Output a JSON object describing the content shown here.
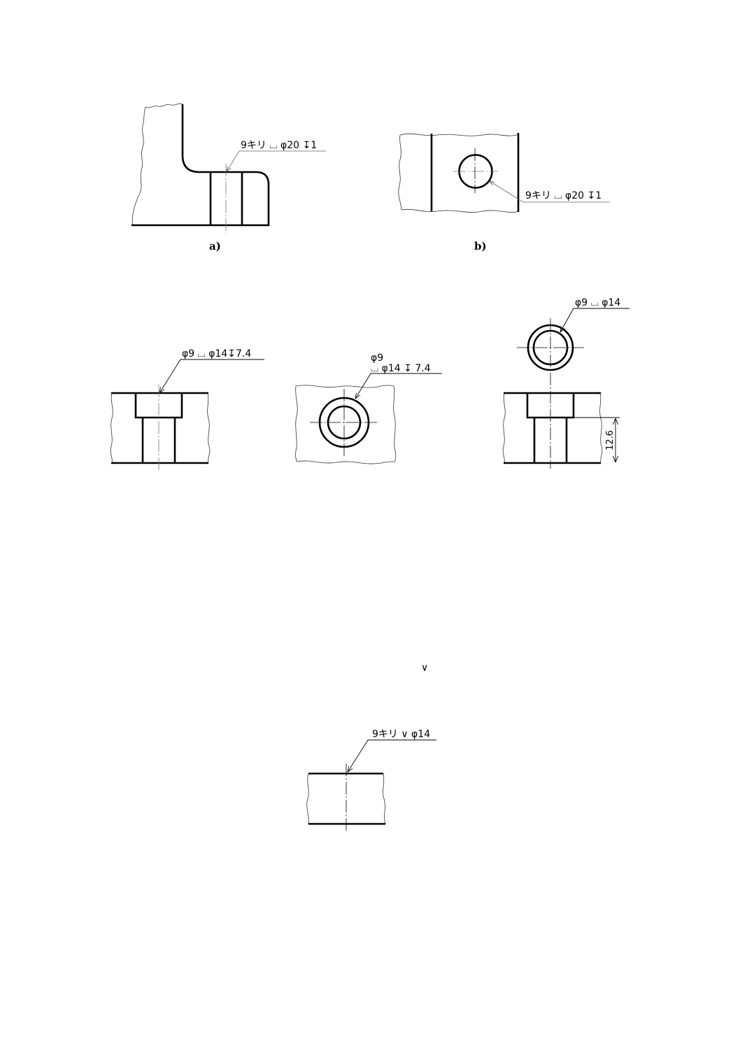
{
  "figures": {
    "a": {
      "caption": "a)",
      "callout": "9キリ ⌴ φ20 ↧1",
      "callout_parts": {
        "drill": "9キリ",
        "counterbore": "⌴",
        "diameter": "φ20",
        "depth": "↧",
        "depth_value": "1"
      }
    },
    "b": {
      "caption": "b)",
      "callout": "9キリ ⌴ φ20 ↧1",
      "callout_parts": {
        "drill": "9キリ",
        "counterbore": "⌴",
        "diameter": "φ20",
        "depth": "↧",
        "depth_value": "1"
      }
    },
    "c_section": {
      "callout": "φ9 ⌴ φ14↧7.4",
      "callout_parts": {
        "hole": "φ9",
        "counterbore": "⌴",
        "diameter": "φ14",
        "depth": "↧",
        "depth_value": "7.4"
      }
    },
    "c_plan": {
      "callout_line1": "φ9",
      "callout_line2": "⌴ φ14 ↧ 7.4",
      "callout_parts": {
        "hole": "φ9",
        "counterbore": "⌴",
        "diameter": "φ14",
        "depth": "↧",
        "depth_value": "7.4"
      }
    },
    "c_combined": {
      "callout": "φ9 ⌴ φ14",
      "callout_parts": {
        "hole": "φ9",
        "counterbore": "⌴",
        "diameter": "φ14"
      },
      "dimension": "12.6"
    },
    "stray_mark": "∨",
    "d": {
      "callout": "9キリ ∨ φ14",
      "callout_parts": {
        "drill": "9キリ",
        "countersink": "∨",
        "diameter": "φ14"
      }
    }
  }
}
